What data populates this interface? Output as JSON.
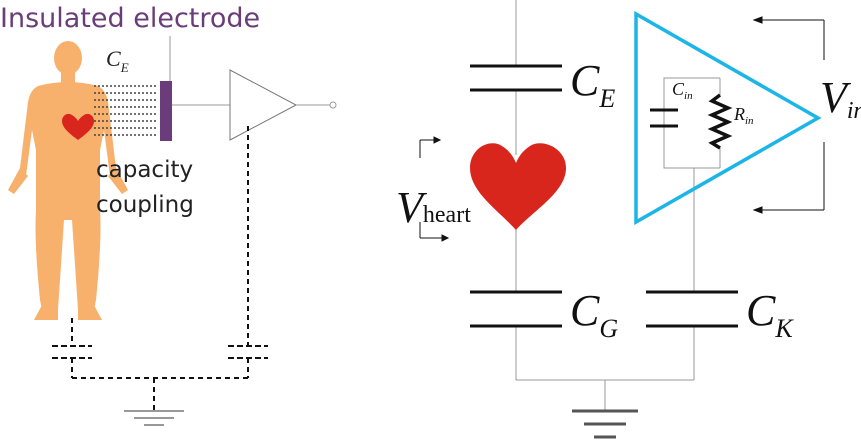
{
  "left_panel": {
    "title": "Insulated electrode",
    "capacitor_label": {
      "main": "C",
      "sub": "E"
    },
    "coupling_text": [
      "capacity",
      "coupling"
    ]
  },
  "right_panel": {
    "ce": {
      "main": "C",
      "sub": "E"
    },
    "cg": {
      "main": "C",
      "sub": "G"
    },
    "ck": {
      "main": "C",
      "sub": "K"
    },
    "cin": {
      "main": "C",
      "sub": "in"
    },
    "rin": {
      "main": "R",
      "sub": "in"
    },
    "vin": {
      "main": "V",
      "sub": "in"
    },
    "vheart": {
      "main": "V",
      "sub": "heart"
    }
  },
  "colors": {
    "title": "#6a3d7a",
    "body": "#f7b16c",
    "heart": "#d9261c",
    "electrode": "#6a3d7a",
    "amplifier": "#1cb5e6",
    "wire": "#999999",
    "ground": "#555555",
    "text": "#222222",
    "dashed": "#111111"
  }
}
